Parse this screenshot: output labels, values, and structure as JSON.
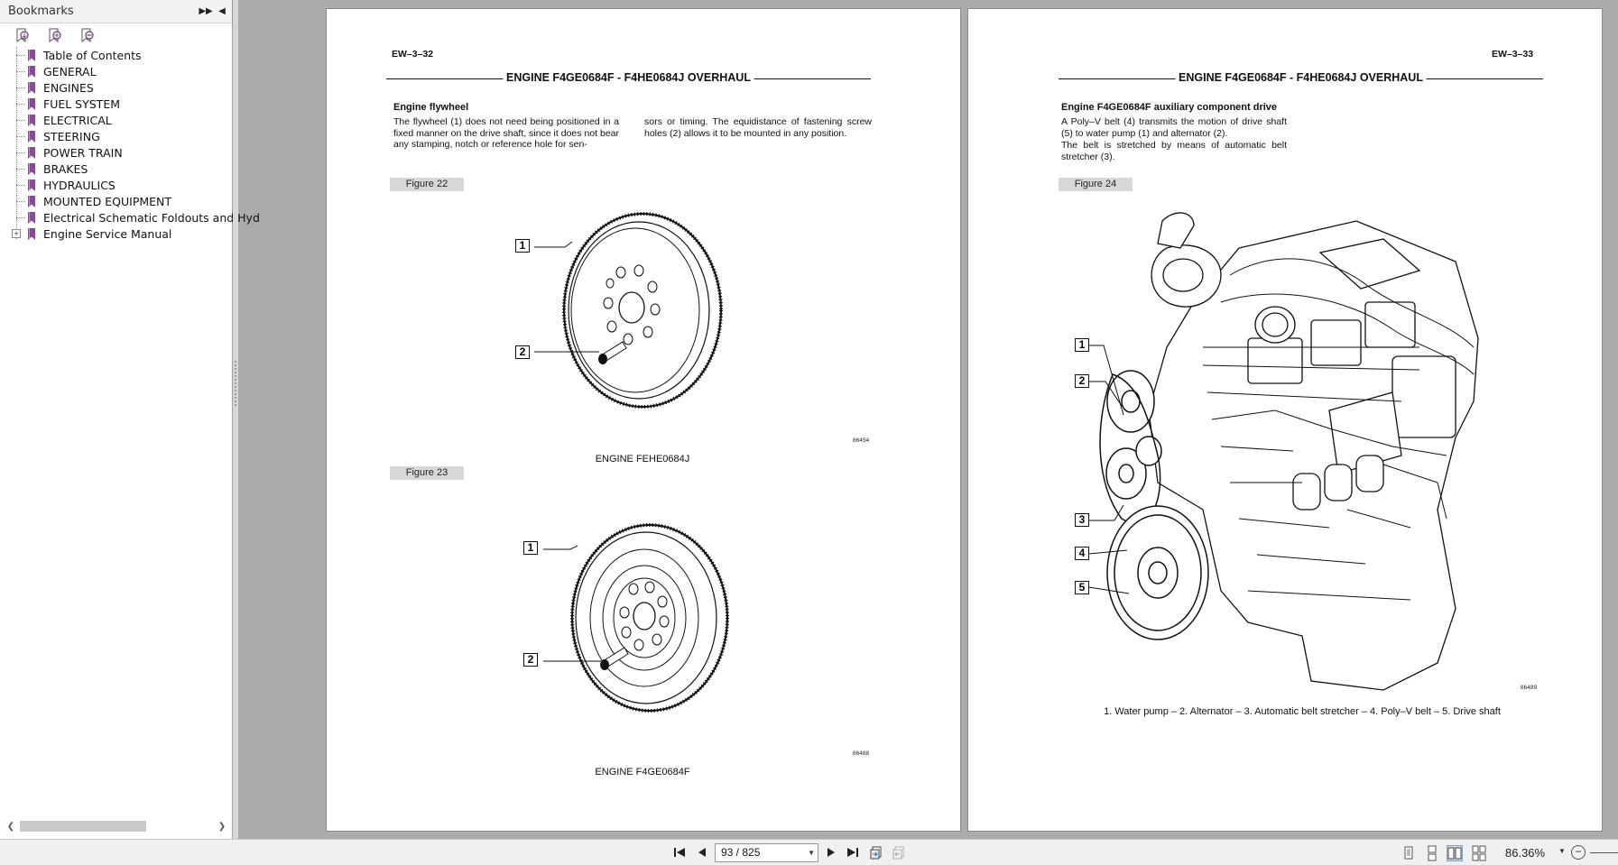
{
  "sidebar": {
    "title": "Bookmarks",
    "collapse_icon": "double-chevron-right-icon",
    "close_icon": "triangle-left-icon",
    "tools": [
      {
        "name": "expand-bookmark-icon"
      },
      {
        "name": "new-bookmark-icon"
      },
      {
        "name": "delete-bookmark-icon"
      }
    ],
    "items": [
      {
        "label": "Table of Contents"
      },
      {
        "label": "GENERAL"
      },
      {
        "label": "ENGINES"
      },
      {
        "label": "FUEL SYSTEM"
      },
      {
        "label": "ELECTRICAL"
      },
      {
        "label": "STEERING"
      },
      {
        "label": "POWER TRAIN"
      },
      {
        "label": "BRAKES"
      },
      {
        "label": "HYDRAULICS"
      },
      {
        "label": "MOUNTED EQUIPMENT"
      },
      {
        "label": "Electrical Schematic Foldouts and Hyd"
      },
      {
        "label": "Engine Service Manual",
        "expandable": true,
        "expander": "+"
      }
    ]
  },
  "left_page": {
    "page_number": "EW–3–32",
    "header": "ENGINE F4GE0684F - F4HE0684J OVERHAUL",
    "section_title": "Engine flywheel",
    "col1": "The flywheel (1) does not need being positioned in a fixed manner on the drive shaft, since it does not bear any stamping, notch or reference hole for sen-",
    "col2": "sors or timing. The equidistance of fastening screw holes (2) allows it to be mounted in any position.",
    "figure_a": {
      "tag": "Figure 22",
      "code": "86454",
      "caption": "ENGINE FEHE0684J",
      "callouts": [
        "1",
        "2"
      ]
    },
    "figure_b": {
      "tag": "Figure 23",
      "code": "86488",
      "caption": "ENGINE F4GE0684F",
      "callouts": [
        "1",
        "2"
      ]
    }
  },
  "right_page": {
    "page_number": "EW–3–33",
    "header": "ENGINE F4GE0684F - F4HE0684J OVERHAUL",
    "section_title": "Engine F4GE0684F auxiliary component drive",
    "para1": "A Poly–V belt (4) transmits the motion of drive shaft (5) to water pump (1) and alternator (2).",
    "para2": "The belt is stretched by means of automatic belt stretcher (3).",
    "figure": {
      "tag": "Figure 24",
      "code": "86489",
      "callouts": [
        "1",
        "2",
        "3",
        "4",
        "5"
      ],
      "caption": "1. Water pump – 2. Alternator – 3. Automatic belt stretcher – 4. Poly–V belt – 5. Drive shaft"
    }
  },
  "bottombar": {
    "first_icon": "first-page-icon",
    "prev_icon": "previous-page-icon",
    "page_value": "93 / 825",
    "next_icon": "next-page-icon",
    "last_icon": "last-page-icon",
    "zoom": "86.36%",
    "zoom_minus": "−"
  }
}
